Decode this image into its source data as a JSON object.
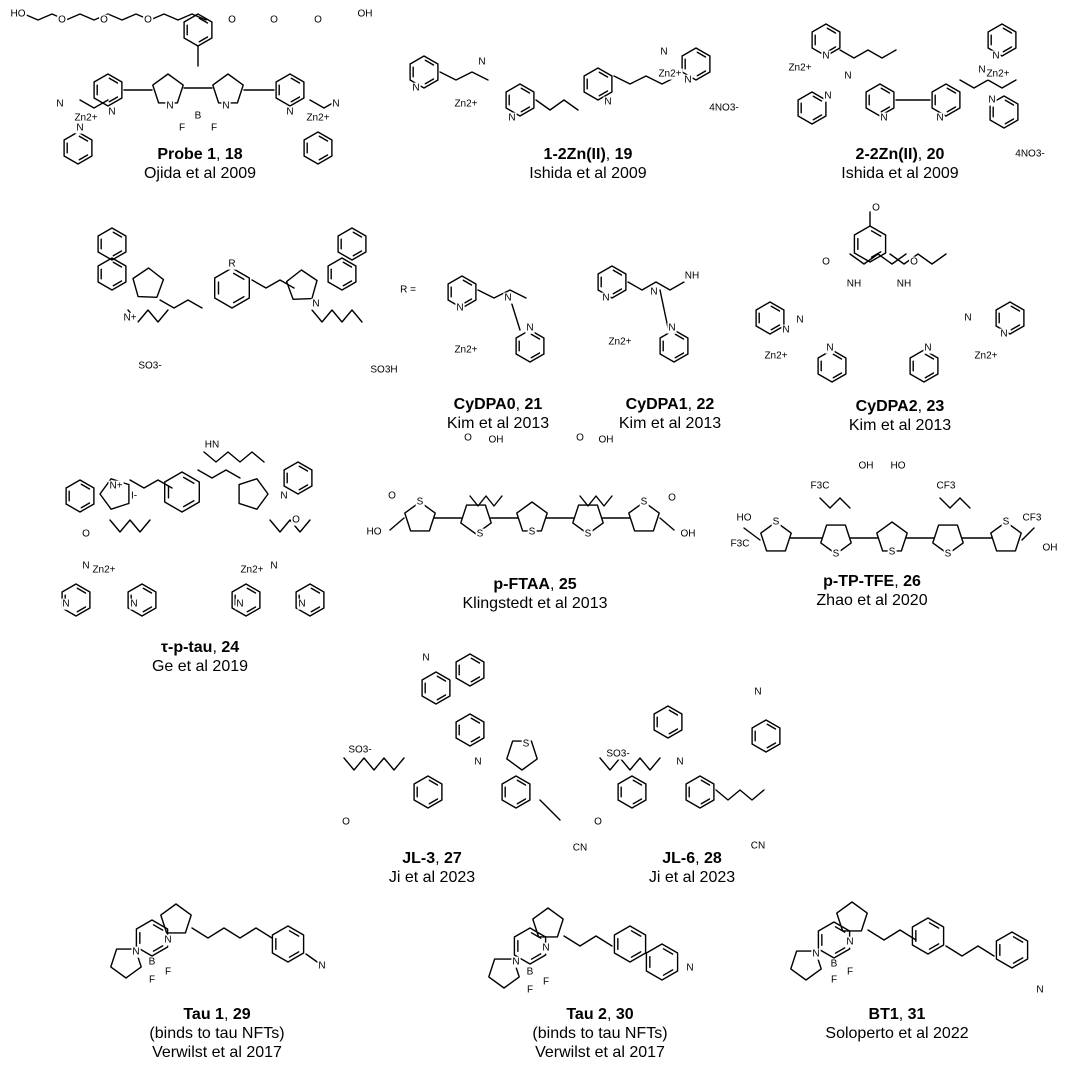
{
  "background_color": "#ffffff",
  "text_color": "#000000",
  "compounds": [
    {
      "id": "probe1",
      "name": "Probe 1",
      "number": "18",
      "citation": "Ojida et al 2009",
      "note": "",
      "atoms": [
        "HO",
        "O",
        "O",
        "O",
        "O",
        "O",
        "O",
        "OH",
        "N",
        "N",
        "N",
        "N",
        "B",
        "F",
        "F",
        "Zn2+",
        "Zn2+",
        "N",
        "N",
        "N"
      ]
    },
    {
      "id": "c19",
      "name": "1-2Zn(II)",
      "number": "19",
      "citation": "Ishida et al 2009",
      "note": "",
      "atoms": [
        "N",
        "N",
        "N",
        "N",
        "N",
        "N",
        "Zn2+",
        "Zn2+",
        "4NO3-"
      ]
    },
    {
      "id": "c20",
      "name": "2-2Zn(II)",
      "number": "20",
      "citation": "Ishida et al 2009",
      "note": "",
      "atoms": [
        "N",
        "N",
        "N",
        "N",
        "N",
        "N",
        "N",
        "N",
        "Zn2+",
        "Zn2+",
        "4NO3-"
      ]
    },
    {
      "id": "cy",
      "name": "",
      "number": "",
      "citation": "",
      "note": "",
      "atoms": [
        "N+",
        "N",
        "R",
        "SO3-",
        "SO3H",
        "R ="
      ]
    },
    {
      "id": "cydpa0",
      "name": "CyDPA0",
      "number": "21",
      "citation": "Kim et al 2013",
      "note": "",
      "atoms": [
        "N",
        "N",
        "N",
        "Zn2+"
      ]
    },
    {
      "id": "cydpa1",
      "name": "CyDPA1",
      "number": "22",
      "citation": "Kim et al 2013",
      "note": "",
      "atoms": [
        "N",
        "N",
        "N",
        "NH",
        "Zn2+"
      ]
    },
    {
      "id": "cydpa2",
      "name": "CyDPA2",
      "number": "23",
      "citation": "Kim et al 2013",
      "note": "",
      "atoms": [
        "O",
        "O",
        "O",
        "NH",
        "NH",
        "N",
        "N",
        "N",
        "N",
        "N",
        "N",
        "Zn2+",
        "Zn2+"
      ]
    },
    {
      "id": "tau24",
      "name": "τ-p-tau",
      "number": "24",
      "citation": "Ge et al 2019",
      "note": "",
      "atoms": [
        "HN",
        "N+",
        "I-",
        "N",
        "O",
        "O",
        "N",
        "N",
        "N",
        "N",
        "N",
        "N",
        "Zn2+",
        "Zn2+"
      ]
    },
    {
      "id": "pftaa",
      "name": "p-FTAA",
      "number": "25",
      "citation": "Klingstedt et al 2013",
      "note": "",
      "atoms": [
        "O",
        "OH",
        "O",
        "OH",
        "HO",
        "O",
        "O",
        "OH",
        "S",
        "S",
        "S",
        "S",
        "S"
      ]
    },
    {
      "id": "ptptfe",
      "name": "p-TP-TFE",
      "number": "26",
      "citation": "Zhao et al 2020",
      "note": "",
      "atoms": [
        "F3C",
        "OH",
        "HO",
        "CF3",
        "HO",
        "F3C",
        "CF3",
        "OH",
        "S",
        "S",
        "S",
        "S",
        "S"
      ]
    },
    {
      "id": "jl3",
      "name": "JL-3",
      "number": "27",
      "citation": "Ji et al 2023",
      "note": "",
      "atoms": [
        "N",
        "SO3-",
        "N",
        "S",
        "O",
        "CN"
      ]
    },
    {
      "id": "jl6",
      "name": "JL-6",
      "number": "28",
      "citation": "Ji et al 2023",
      "note": "",
      "atoms": [
        "N",
        "SO3-",
        "N",
        "O",
        "CN"
      ]
    },
    {
      "id": "tau1",
      "name": "Tau 1",
      "number": "29",
      "citation": "Verwilst et al 2017",
      "note": "(binds to tau NFTs)",
      "atoms": [
        "N",
        "N",
        "B",
        "F",
        "F",
        "N"
      ]
    },
    {
      "id": "tau2",
      "name": "Tau 2",
      "number": "30",
      "citation": "Verwilst et al 2017",
      "note": "(binds to tau NFTs)",
      "atoms": [
        "N",
        "N",
        "B",
        "F",
        "F",
        "N"
      ]
    },
    {
      "id": "bt1",
      "name": "BT1",
      "number": "31",
      "citation": "Soloperto et al 2022",
      "note": "",
      "atoms": [
        "N",
        "N",
        "B",
        "F",
        "F",
        "N"
      ]
    }
  ]
}
